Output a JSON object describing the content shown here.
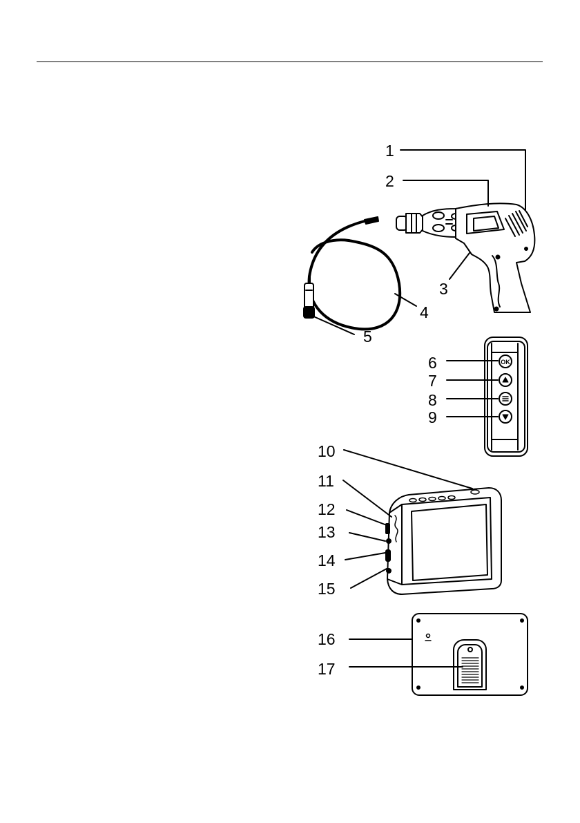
{
  "header": {
    "divider": true
  },
  "figure": {
    "subject": "video inspection camera parts identification",
    "callouts": [
      "1",
      "2",
      "3",
      "4",
      "5",
      "6",
      "7",
      "8",
      "9",
      "10",
      "11",
      "12",
      "13",
      "14",
      "15",
      "16",
      "17"
    ],
    "button_labels": {
      "ok": "OK"
    }
  },
  "icons": {
    "up": "up-triangle-icon",
    "menu": "menu-lines-icon",
    "down": "down-triangle-icon"
  }
}
